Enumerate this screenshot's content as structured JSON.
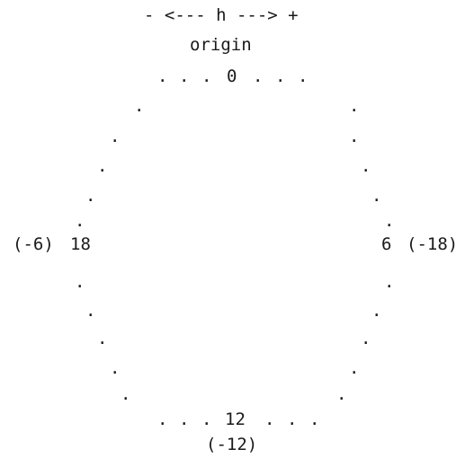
{
  "header": {
    "axis": "- <--- h ---> +",
    "origin_label": "origin"
  },
  "ring": {
    "top_value": "0",
    "right_value": "6",
    "right_alt": "(-18)",
    "bottom_value": "12",
    "bottom_alt": "(-12)",
    "left_value": "18",
    "left_alt": "(-6)",
    "dot": "."
  }
}
